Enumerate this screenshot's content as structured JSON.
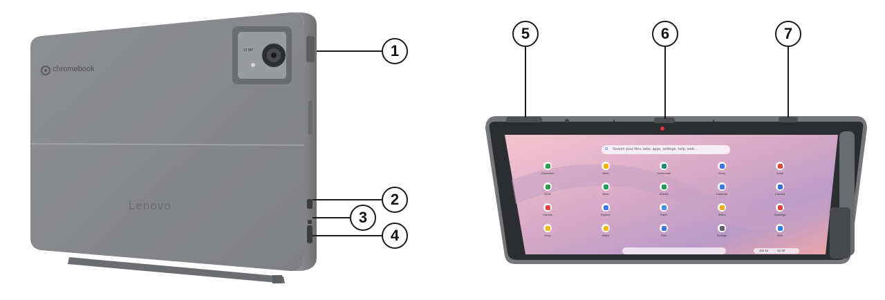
{
  "left_device": {
    "back_brand": "chromebook",
    "back_logo": "Lenovo",
    "camera_label": "13 MP"
  },
  "right_device": {
    "search_placeholder": "Search your files, tabs, apps, settings, help, web...",
    "apps": [
      {
        "label": "Classroom",
        "color": "#2e9e52"
      },
      {
        "label": "Meet",
        "color": "#f5b400"
      },
      {
        "label": "Screencast",
        "color": "#1e8e6e"
      },
      {
        "label": "Docs",
        "color": "#3a73e0"
      },
      {
        "label": "Gmail",
        "color": "#e5463a"
      },
      {
        "label": "Drive",
        "color": "#2d9c4f"
      },
      {
        "label": "Meet",
        "color": "#1a9e5a"
      },
      {
        "label": "Sheets",
        "color": "#1e9d5c"
      },
      {
        "label": "Calendar",
        "color": "#3b78e7"
      },
      {
        "label": "Camera",
        "color": "#3b6fd8"
      },
      {
        "label": "Canvas",
        "color": "#e2453a"
      },
      {
        "label": "Explore",
        "color": "#3b7ae8"
      },
      {
        "label": "Earth",
        "color": "#4a8fe8"
      },
      {
        "label": "Slides",
        "color": "#f3a916"
      },
      {
        "label": "Drawings",
        "color": "#e1463a"
      },
      {
        "label": "Keep",
        "color": "#f3b915"
      },
      {
        "label": "Slides",
        "color": "#f3b915"
      },
      {
        "label": "Files",
        "color": "#3b73e0"
      },
      {
        "label": "Settings",
        "color": "#5f6368"
      },
      {
        "label": "Files",
        "color": "#2f7fe6"
      }
    ],
    "shelf_date": "Jan 11",
    "shelf_time": "12:30"
  },
  "callouts": [
    {
      "label": "1"
    },
    {
      "label": "2"
    },
    {
      "label": "3"
    },
    {
      "label": "4"
    },
    {
      "label": "5"
    },
    {
      "label": "6"
    },
    {
      "label": "7"
    }
  ]
}
